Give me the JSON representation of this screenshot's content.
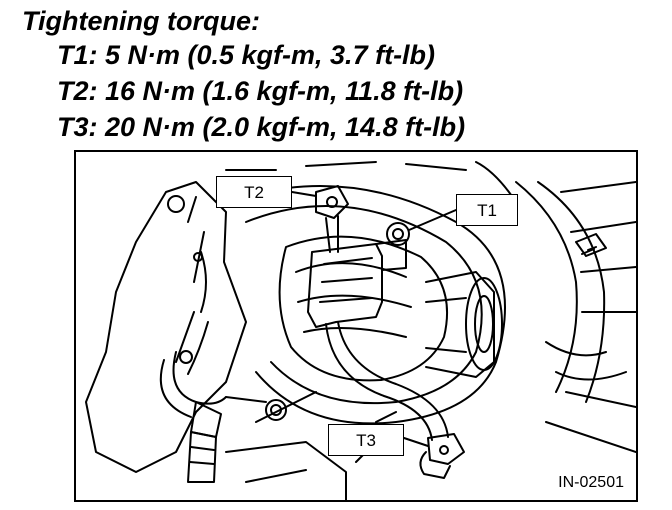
{
  "spec": {
    "title": "Tightening torque:",
    "items": [
      {
        "id": "T1",
        "text": "T1: 5 N·m (0.5 kgf-m, 3.7 ft-lb)"
      },
      {
        "id": "T2",
        "text": "T2: 16 N·m (1.6 kgf-m, 11.8 ft-lb)"
      },
      {
        "id": "T3",
        "text": "T3: 20 N·m (2.0 kgf-m, 14.8 ft-lb)"
      }
    ]
  },
  "figure": {
    "callouts": {
      "t1": "T1",
      "t2": "T2",
      "t3": "T3"
    },
    "figure_id": "IN-02501"
  }
}
